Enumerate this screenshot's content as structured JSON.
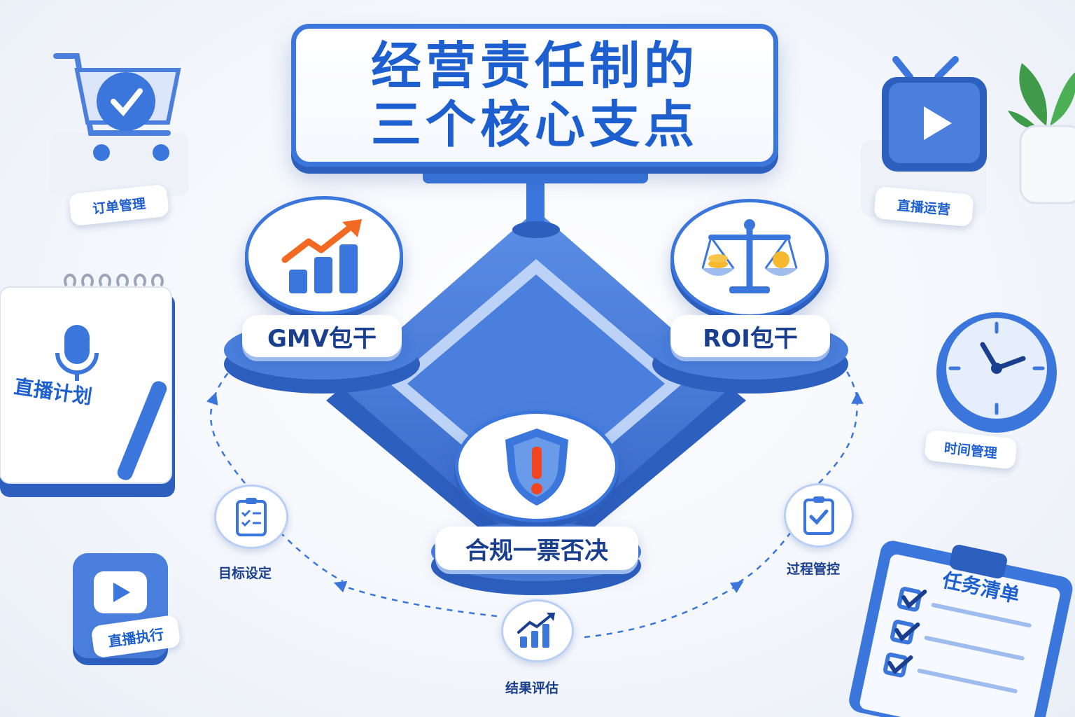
{
  "title": {
    "line1": "经营责任制的",
    "line2": "三个核心支点"
  },
  "pillars": [
    {
      "label": "GMV包干",
      "icon": "bar-chart-growth-icon"
    },
    {
      "label": "ROI包干",
      "icon": "balance-scale-icon"
    },
    {
      "label": "合规一票否决",
      "icon": "shield-alert-icon"
    }
  ],
  "cycle": [
    {
      "label": "目标设定",
      "icon": "clipboard-list-icon"
    },
    {
      "label": "过程管控",
      "icon": "clipboard-check-icon"
    },
    {
      "label": "结果评估",
      "icon": "growth-chart-icon"
    }
  ],
  "side_items": {
    "order": "订单管理",
    "live_ops": "直播运营",
    "live_plan": "直播计划",
    "time_mgmt": "时间管理",
    "live_exec": "直播执行",
    "task_list": "任务清单"
  },
  "colors": {
    "primary": "#3b76dc",
    "dark": "#1e5fcf",
    "accent_orange": "#f26a21",
    "plant_green": "#3f9b4a"
  }
}
